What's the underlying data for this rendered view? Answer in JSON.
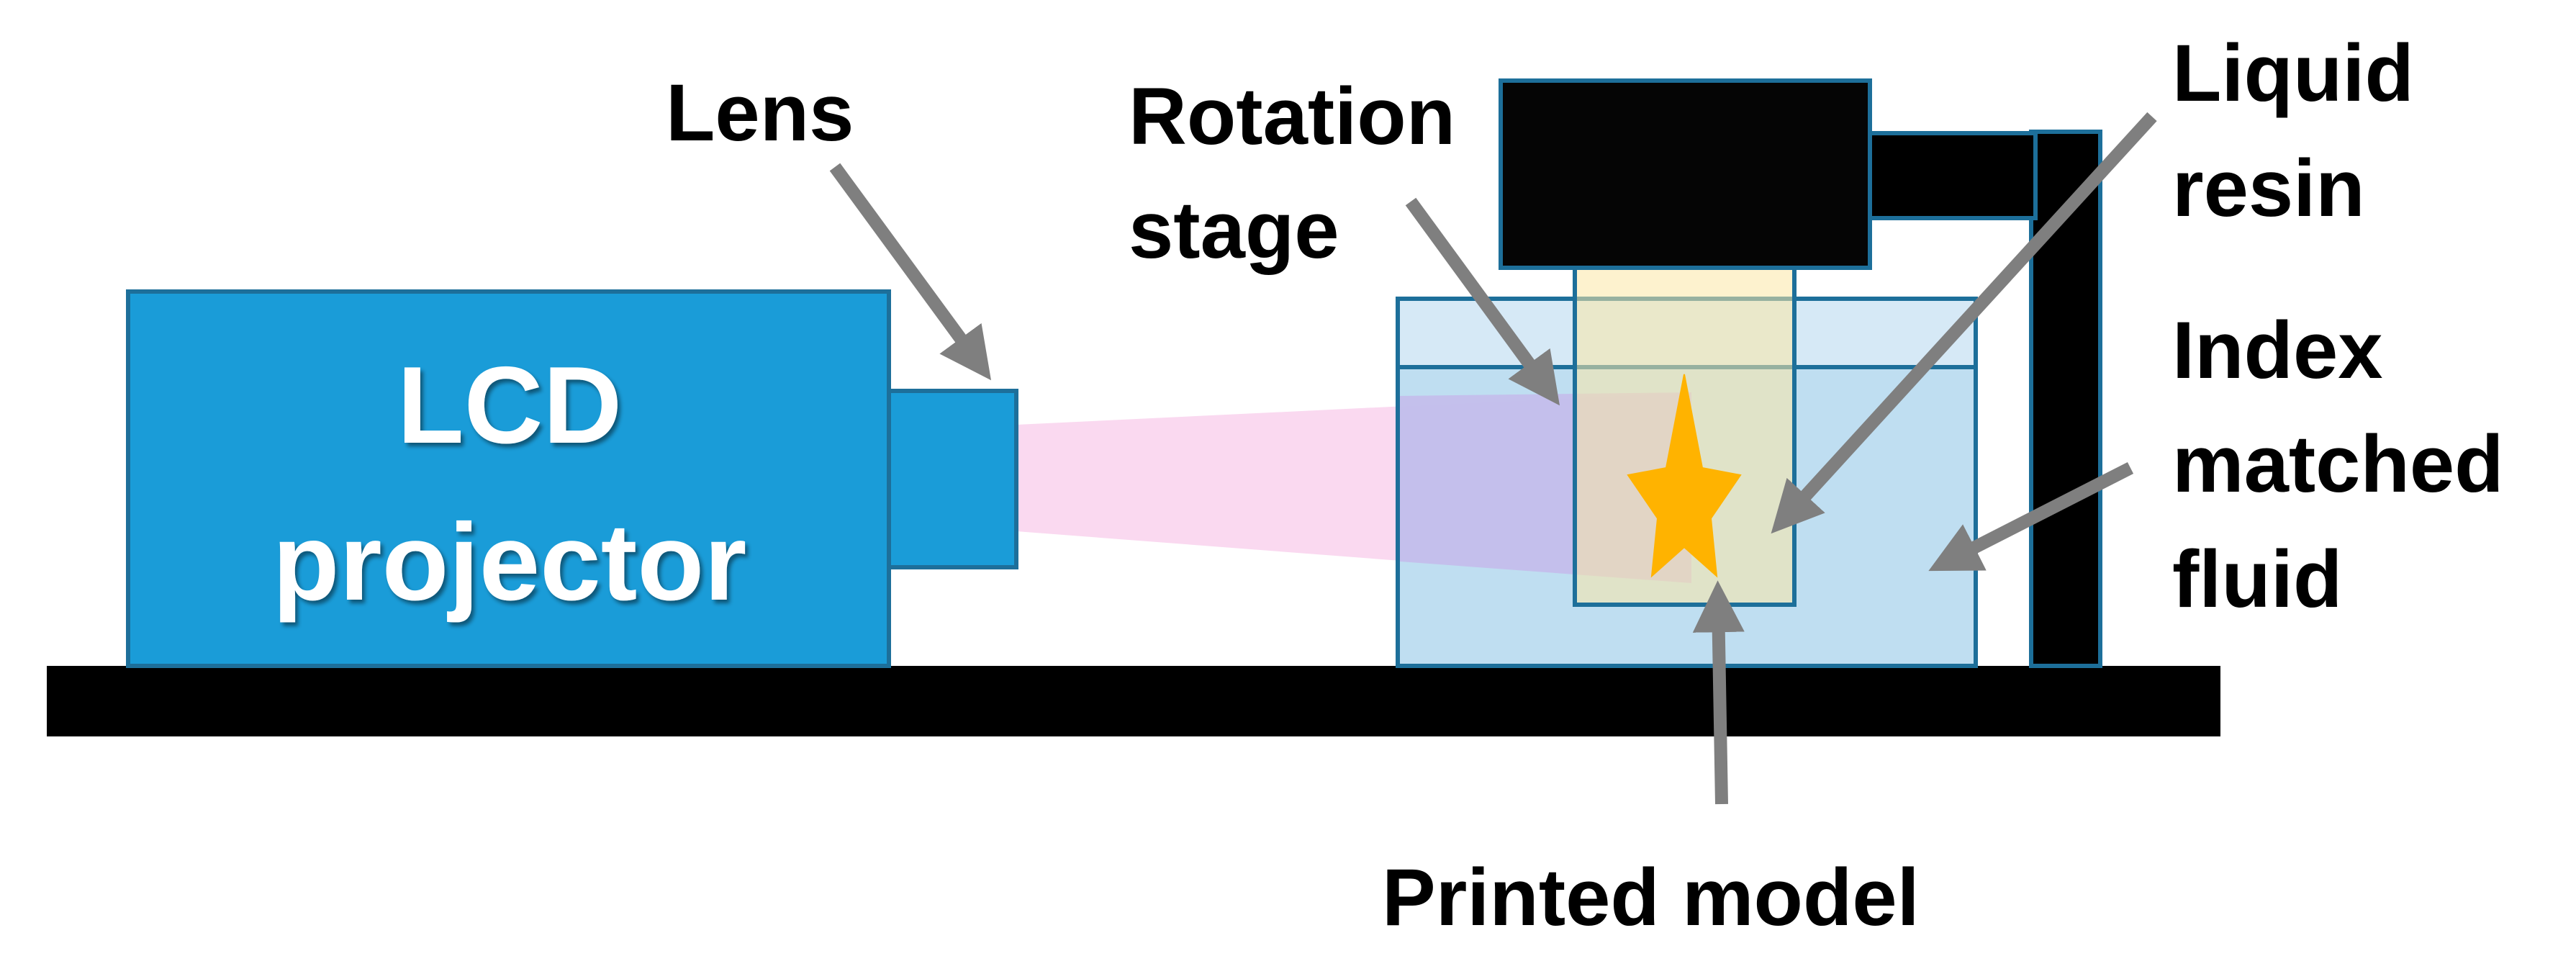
{
  "projector": {
    "line1": "LCD",
    "line2": "projector"
  },
  "labels": {
    "lens": "Lens",
    "rotation_stage_line1": "Rotation",
    "rotation_stage_line2": "stage",
    "liquid_resin_line1": "Liquid",
    "liquid_resin_line2": "resin",
    "index_fluid_line1": "Index",
    "index_fluid_line2": "matched",
    "index_fluid_line3": "fluid",
    "printed_model": "Printed model"
  },
  "colors": {
    "projector_blue": "#1a9cd8",
    "outline_blue": "#1d6f9a",
    "black": "#000000",
    "beam_pink": "#fad9f0",
    "fluid_blue": "#bcdcf0",
    "fluid_top_blue": "#d6e9f6",
    "resin_yellow": "#fbe7a6",
    "star_orange": "#ffb300",
    "arrow_gray": "#7f7f7f"
  }
}
